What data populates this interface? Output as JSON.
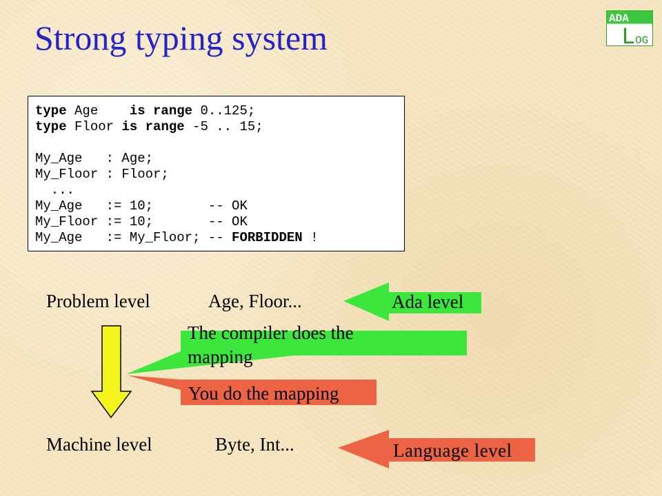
{
  "title": "Strong typing system",
  "logo": {
    "line1": "ADA",
    "line2_big": "L",
    "line2_small": "OG"
  },
  "code": {
    "lines": [
      [
        {
          "t": "type",
          "b": true
        },
        {
          "t": " Age    "
        },
        {
          "t": "is range",
          "b": true
        },
        {
          "t": " 0..125;"
        }
      ],
      [
        {
          "t": "type",
          "b": true
        },
        {
          "t": " Floor "
        },
        {
          "t": "is range",
          "b": true
        },
        {
          "t": " -5 .. 15;"
        }
      ],
      [
        {
          "t": ""
        }
      ],
      [
        {
          "t": "My_Age   : Age;"
        }
      ],
      [
        {
          "t": "My_Floor : Floor;"
        }
      ],
      [
        {
          "t": "  ..."
        }
      ],
      [
        {
          "t": "My_Age   := 10;       -- OK"
        }
      ],
      [
        {
          "t": "My_Floor := 10;       -- OK"
        }
      ],
      [
        {
          "t": "My_Age   := My_Floor; -- "
        },
        {
          "t": "FORBIDDEN",
          "b": true
        },
        {
          "t": " !"
        }
      ]
    ]
  },
  "labels": {
    "problem_level": "Problem level",
    "age_floor": "Age, Floor...",
    "machine_level": "Machine level",
    "byte_int": "Byte, Int..."
  },
  "callouts": {
    "ada_level": "Ada level",
    "compiler_mapping_1": "The compiler does the",
    "compiler_mapping_2": "mapping",
    "you_do_mapping": "You do the mapping",
    "language_level": "Language level"
  },
  "colors": {
    "title": "#2323c8",
    "green": "#3ce63c",
    "orange": "#ec6444",
    "yellow": "#f5f51e"
  }
}
